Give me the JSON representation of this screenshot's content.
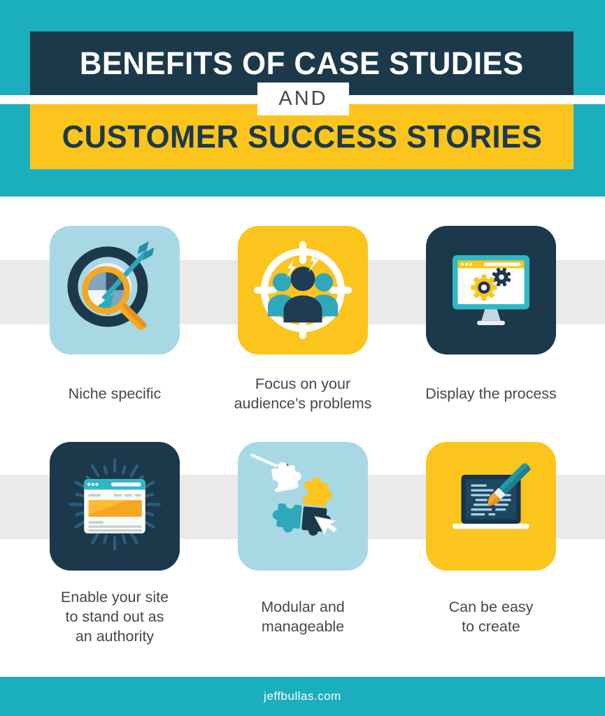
{
  "header": {
    "title_top": "BENEFITS OF CASE STUDIES",
    "connector": "AND",
    "title_bottom": "CUSTOMER SUCCESS STORIES"
  },
  "benefits": [
    {
      "label": "Niche specific",
      "icon": "target-magnifier-icon",
      "tile_color": "#A9D8E5"
    },
    {
      "label": "Focus on your\naudience’s problems",
      "icon": "audience-target-icon",
      "tile_color": "#FBC51D"
    },
    {
      "label": "Display the process",
      "icon": "monitor-gears-icon",
      "tile_color": "#1C394B"
    },
    {
      "label": "Enable your site\nto stand out as\nan authority",
      "icon": "website-starburst-icon",
      "tile_color": "#1C394B"
    },
    {
      "label": "Modular and\nmanageable",
      "icon": "puzzle-pieces-icon",
      "tile_color": "#A9D8E5"
    },
    {
      "label": "Can be easy\nto create",
      "icon": "laptop-brush-icon",
      "tile_color": "#FBC51D"
    }
  ],
  "footer": {
    "site": "jeffbullas.com"
  },
  "colors": {
    "teal": "#1BAEBD",
    "navy": "#1C394B",
    "yellow": "#FBC51D",
    "light_blue": "#A9D8E5",
    "stripe_gray": "#EAEAEA",
    "caption_text": "#474747"
  }
}
